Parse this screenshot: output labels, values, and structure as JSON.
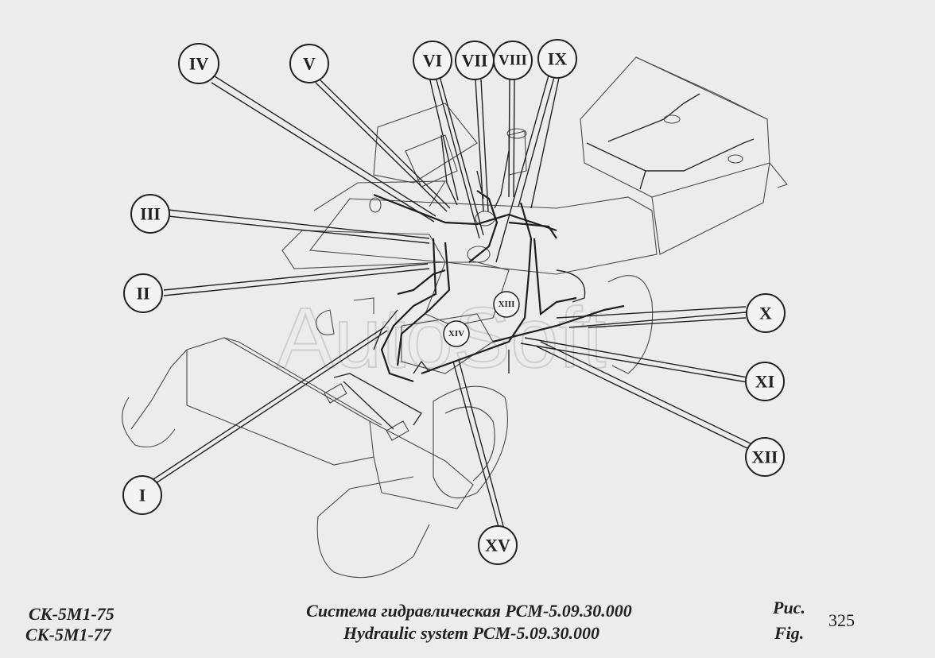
{
  "watermark": "AutoSoft",
  "callouts": [
    {
      "id": "I",
      "label": "I"
    },
    {
      "id": "II",
      "label": "II"
    },
    {
      "id": "III",
      "label": "III"
    },
    {
      "id": "IV",
      "label": "IV"
    },
    {
      "id": "V",
      "label": "V"
    },
    {
      "id": "VI",
      "label": "VI"
    },
    {
      "id": "VII",
      "label": "VII"
    },
    {
      "id": "VIII",
      "label": "VIII"
    },
    {
      "id": "IX",
      "label": "IX"
    },
    {
      "id": "X",
      "label": "X"
    },
    {
      "id": "XI",
      "label": "XI"
    },
    {
      "id": "XII",
      "label": "XII"
    },
    {
      "id": "XIII",
      "label": "XIII"
    },
    {
      "id": "XIV",
      "label": "XIV"
    },
    {
      "id": "XV",
      "label": "XV"
    }
  ],
  "caption": {
    "model_line1": "СК-5М1-75",
    "model_line2": "СК-5М1-77",
    "title_ru": "Система гидравлическая РСМ-5.09.30.000",
    "title_en": "Hydraulic system РСМ-5.09.30.000",
    "fig_ru": "Рис.",
    "fig_en": "Fig.",
    "fig_number": "325"
  }
}
